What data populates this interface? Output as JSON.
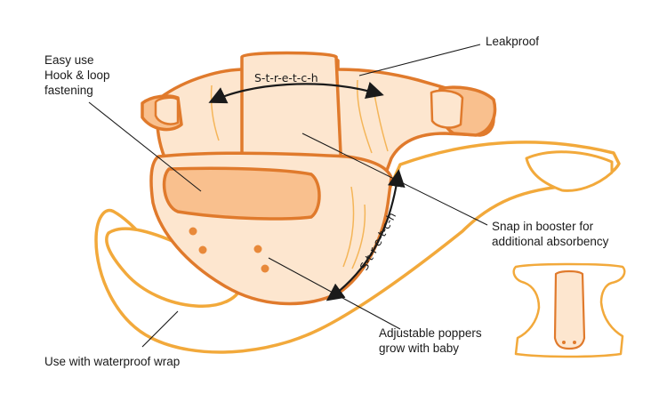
{
  "annotations": {
    "fastening": [
      "Easy use",
      "Hook & loop",
      "fastening"
    ],
    "leakproof": "Leakproof",
    "booster": [
      "Snap in booster for",
      "additional absorbency"
    ],
    "poppers": [
      "Adjustable poppers",
      "grow with baby"
    ],
    "wrap": "Use with waterproof wrap",
    "stretch_top": "S-t-r-e-t-c-h",
    "stretch_side": "S-t-r-e-t-c-h"
  },
  "colors": {
    "outline_dark": "#e07a2c",
    "outline_light": "#f2a93b",
    "fill_pale": "#fde6cf",
    "fill_tab": "#f9c08e",
    "popper": "#e8893a",
    "text": "#1a1a1a"
  }
}
